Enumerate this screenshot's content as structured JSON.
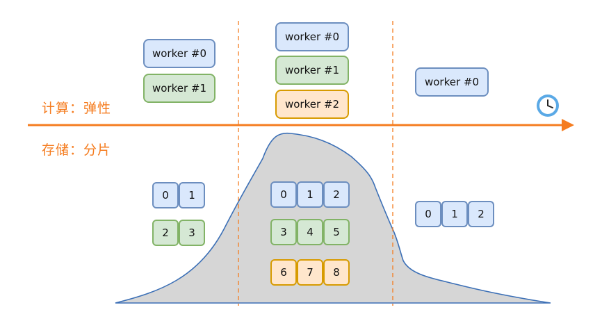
{
  "labels": {
    "compute": "计算：弹性",
    "storage": "存储：分片"
  },
  "workers": {
    "w0a": "worker #0",
    "w1a": "worker #1",
    "w0b": "worker #0",
    "w1b": "worker #1",
    "w2b": "worker #2",
    "w0c": "worker #0"
  },
  "shards": {
    "left": [
      "0",
      "1",
      "2",
      "3"
    ],
    "middle": [
      "0",
      "1",
      "2",
      "3",
      "4",
      "5",
      "6",
      "7",
      "8"
    ],
    "right": [
      "0",
      "1",
      "2"
    ]
  },
  "colors": {
    "accent": "#f57c1f",
    "blue_fill": "#dae8fc",
    "blue_border": "#6c8ebf",
    "green_fill": "#d5e8d4",
    "green_border": "#82b366",
    "orange_fill": "#ffe6cc",
    "orange_border": "#d79b00",
    "area_fill": "#d6d6d6",
    "area_stroke": "#3b6fb6"
  },
  "icons": {
    "time": "clock-icon"
  }
}
